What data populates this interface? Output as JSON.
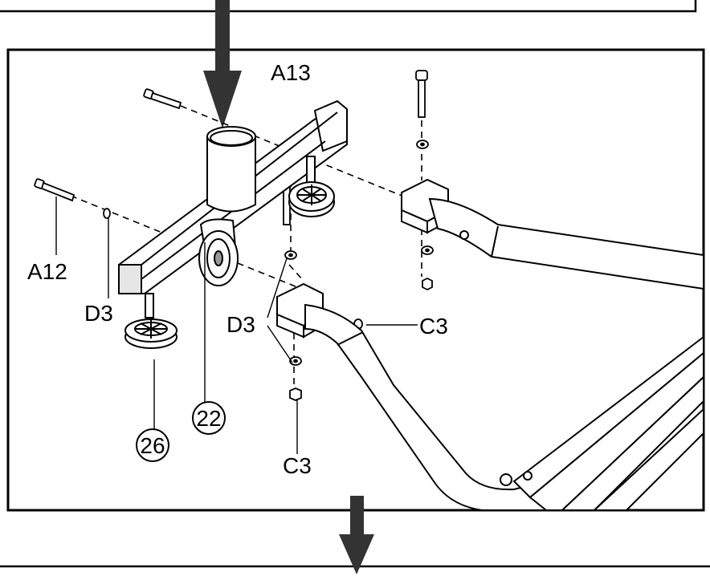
{
  "colors": {
    "line": "#000000",
    "fill": "#ffffff",
    "shade": "#d9d9d9",
    "dark": "#555555"
  },
  "labels": {
    "a13": "A13",
    "a12": "A12",
    "d3_left": "D3",
    "d3_center": "D3",
    "c3_right": "C3",
    "c3_bottom": "C3",
    "part_22": "22",
    "part_26": "26"
  }
}
